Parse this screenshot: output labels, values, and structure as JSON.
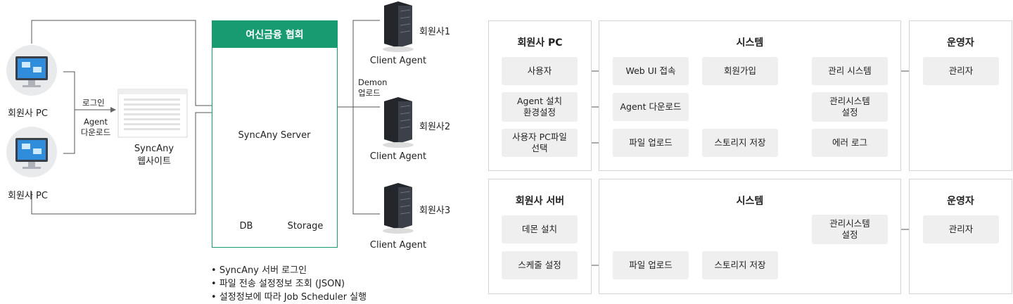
{
  "left": {
    "pc_label_1": "회원사 PC",
    "pc_label_2": "회원사 PC",
    "login_label": "로그인",
    "agent_dl_label": "Agent\n다운로드",
    "website_label": "SyncAny\n웹사이트",
    "association_title": "여신금융 협회",
    "server_label": "SyncAny Server",
    "db_label": "DB",
    "storage_label": "Storage",
    "demon_label": "Demon\n업로드",
    "agents": [
      {
        "name": "회원사1",
        "label": "Client Agent"
      },
      {
        "name": "회원사2",
        "label": "Client Agent"
      },
      {
        "name": "회원사3",
        "label": "Client Agent"
      }
    ],
    "bullets": [
      "SyncAny 서버 로그인",
      "파일 전송 설정정보 조회 (JSON)",
      "설정정보에 따라 Job Scheduler 실행"
    ]
  },
  "right": {
    "top": {
      "pc_panel_title": "회원사 PC",
      "system_panel_title": "시스템",
      "operator_panel_title": "운영자",
      "pc_boxes": [
        "사용자",
        "Agent 설치\n환경설정",
        "사용자 PC파일\n선택"
      ],
      "system_boxes": [
        "Web UI 접속",
        "회원가입",
        "Agent 다운로드",
        "파일 업로드",
        "스토리지 저장"
      ],
      "admin_boxes": [
        "관리 시스템",
        "관리시스템\n설정",
        "에러 로그"
      ],
      "operator_box": "관리자"
    },
    "bottom": {
      "server_panel_title": "회원사 서버",
      "system_panel_title": "시스템",
      "operator_panel_title": "운영자",
      "server_boxes": [
        "데몬 설치",
        "스케줄 설정"
      ],
      "system_boxes": [
        "파일 업로드",
        "스토리지 저장"
      ],
      "admin_box": "관리시스템\n설정",
      "operator_box": "관리자"
    }
  }
}
